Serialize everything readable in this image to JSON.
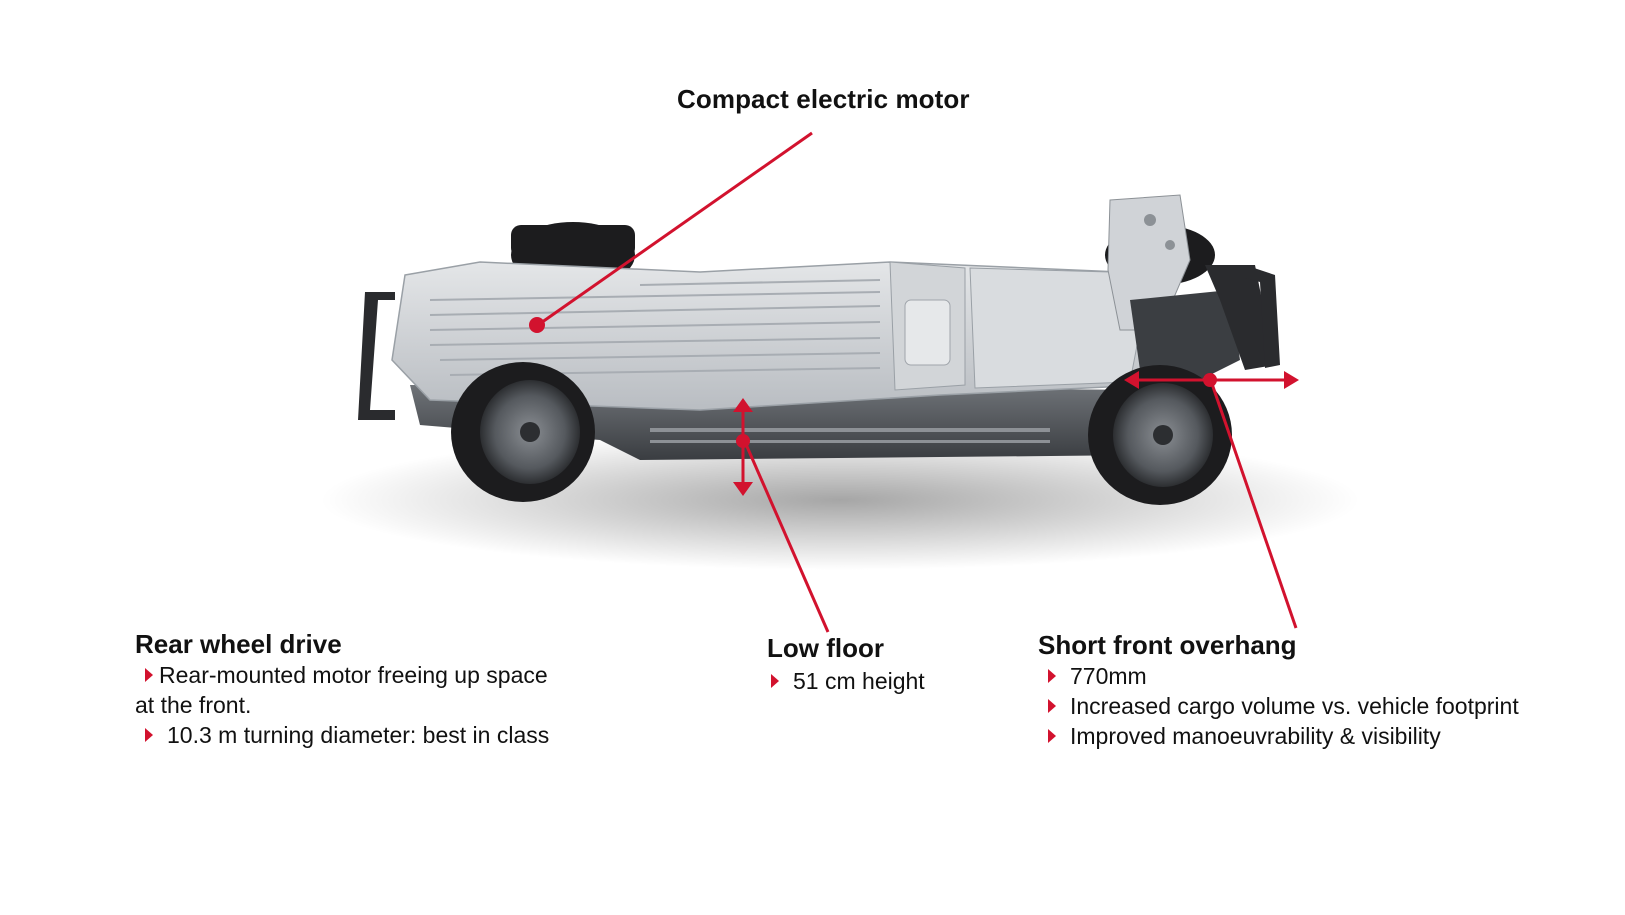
{
  "colors": {
    "accent": "#d2122e",
    "text": "#111111",
    "chassis": "#c9ccd0",
    "tire": "#1c1c1e"
  },
  "motor": {
    "title": "Compact electric motor"
  },
  "rear_drive": {
    "title": "Rear wheel drive",
    "items": [
      "Rear-mounted motor freeing up space",
      "at the front.",
      "10.3 m turning diameter: best in class"
    ]
  },
  "low_floor": {
    "title": "Low floor",
    "items": [
      "51 cm height"
    ]
  },
  "front_overhang": {
    "title": "Short front overhang",
    "items": [
      "770mm",
      "Increased cargo volume vs. vehicle footprint",
      "Improved manoeuvrability & visibility"
    ]
  }
}
